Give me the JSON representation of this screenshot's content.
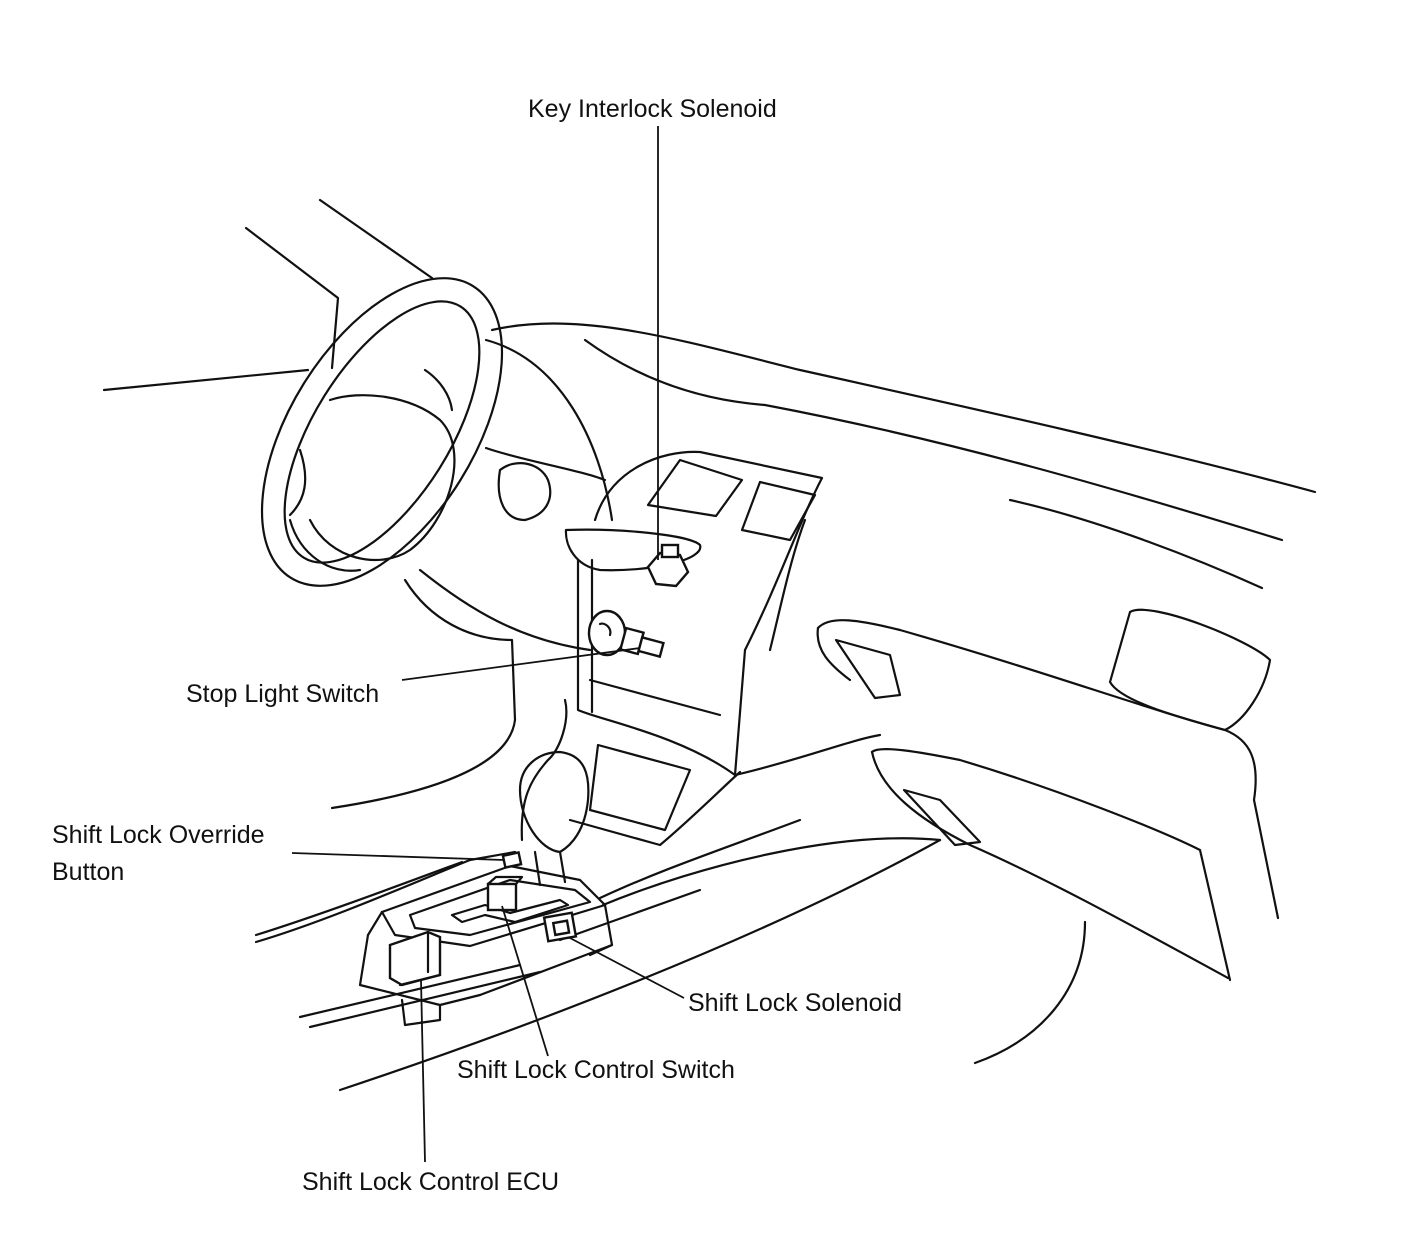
{
  "diagram": {
    "labels": {
      "key_interlock_solenoid": "Key Interlock Solenoid",
      "stop_light_switch": "Stop Light Switch",
      "shift_lock_override_line1": "Shift Lock Override",
      "shift_lock_override_line2": "Button",
      "shift_lock_solenoid": "Shift Lock Solenoid",
      "shift_lock_control_switch": "Shift Lock Control Switch",
      "shift_lock_control_ecu": "Shift Lock Control ECU"
    }
  }
}
